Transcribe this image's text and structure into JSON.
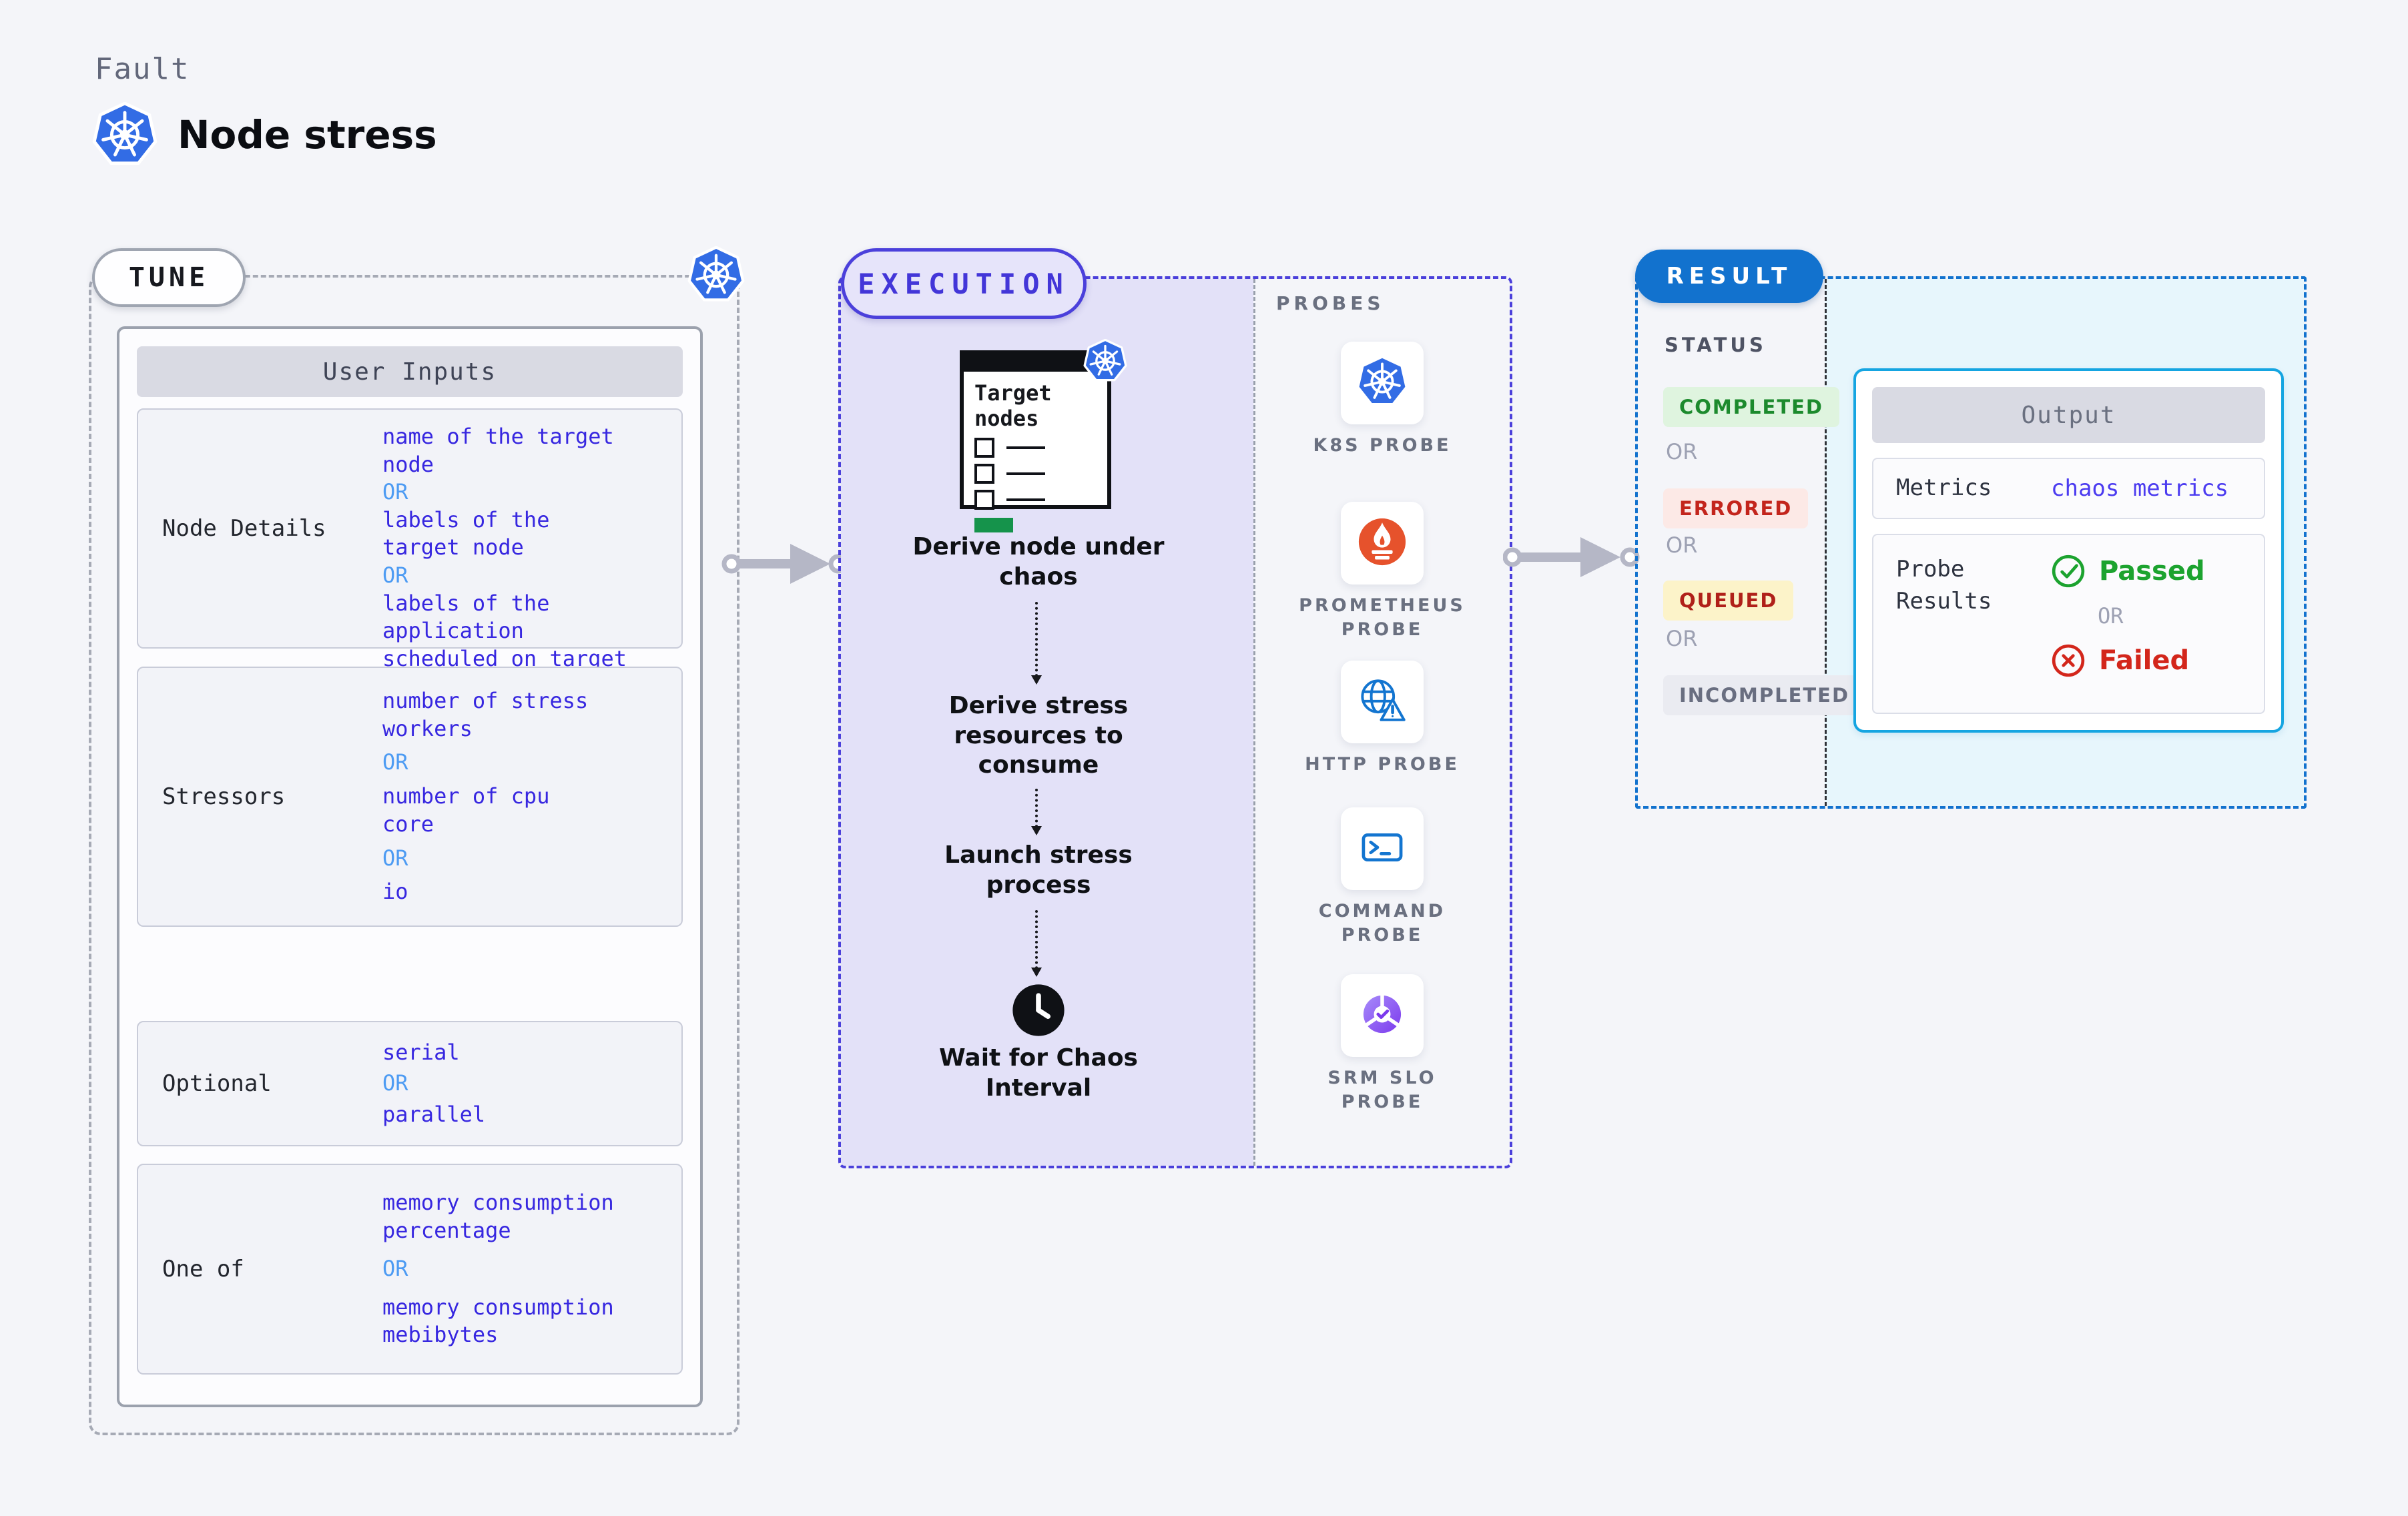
{
  "header": {
    "eyebrow": "Fault",
    "title": "Node stress"
  },
  "colors": {
    "accent_indigo": "#4B40DB",
    "value_blue": "#3727E0",
    "or_blue": "#4D9BF3",
    "result_blue": "#1272CE",
    "output_cyan": "#15A5E1",
    "passed_green": "#1CA32F",
    "failed_red": "#D3261B",
    "lavender": "#E3E1F8",
    "k8s_blue": "#326CE5",
    "prometheus_orange": "#E6522C",
    "slo_purple": "#7C3AED",
    "completed_bg": "#DFF4DF",
    "completed_text": "#1C8A2D",
    "errored_bg": "#FCE9E6",
    "errored_text": "#C3251C",
    "queued_bg": "#FCF3C9",
    "queued_text": "#B02019",
    "incompleted_bg": "#EAEBF1",
    "incompleted_text": "#696E80"
  },
  "tune": {
    "label": "TUNE",
    "panel_title": "User Inputs",
    "or_label": "OR",
    "rows": [
      {
        "label": "Node Details",
        "v1": [
          "name of the target",
          "node"
        ],
        "v2": [
          "labels of the",
          "target node"
        ],
        "v3": [
          "labels of the application",
          " scheduled on target node"
        ]
      },
      {
        "label": "Stressors",
        "v1": [
          "number of stress",
          "workers"
        ],
        "v2": [
          "number of cpu",
          "core"
        ],
        "v3": [
          "io"
        ]
      },
      {
        "label": "Optional",
        "v1": [
          "serial"
        ],
        "v2": [
          "parallel"
        ]
      },
      {
        "label": "One of",
        "v1": [
          "memory consumption",
          "percentage"
        ],
        "v2": [
          "memory consumption",
          "mebibytes"
        ]
      }
    ]
  },
  "execution": {
    "label": "EXECUTION",
    "card_title": [
      "Target",
      "nodes"
    ],
    "steps": [
      [
        "Derive node under",
        "chaos"
      ],
      [
        "Derive stress",
        "resources to",
        "consume"
      ],
      [
        "Launch stress",
        "process"
      ],
      [
        "Wait for Chaos",
        "Interval"
      ]
    ],
    "probes_label": "PROBES",
    "probes": [
      {
        "caption": [
          "K8S PROBE"
        ]
      },
      {
        "caption": [
          "PROMETHEUS",
          "PROBE"
        ]
      },
      {
        "caption": [
          "HTTP PROBE"
        ]
      },
      {
        "caption": [
          "COMMAND",
          "PROBE"
        ]
      },
      {
        "caption": [
          "SRM SLO",
          "PROBE"
        ]
      }
    ]
  },
  "result": {
    "label": "RESULT",
    "status_label": "STATUS",
    "or_label": "OR",
    "statuses": [
      {
        "text": "COMPLETED"
      },
      {
        "text": "ERRORED"
      },
      {
        "text": "QUEUED"
      },
      {
        "text": "INCOMPLETED"
      }
    ],
    "output": {
      "title": "Output",
      "metrics_label": "Metrics",
      "metrics_value": "chaos metrics",
      "probe_results_label": [
        "Probe",
        "Results"
      ],
      "passed": "Passed",
      "or": "OR",
      "failed": "Failed"
    }
  }
}
